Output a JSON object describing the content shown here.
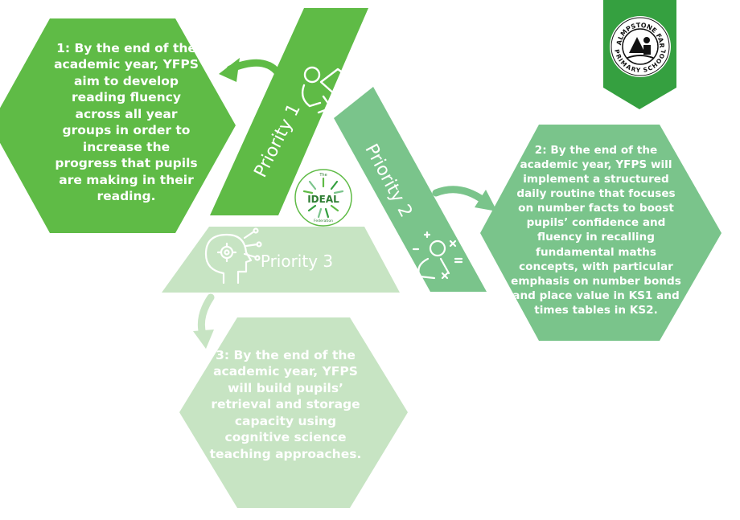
{
  "priorities": [
    {
      "label": "Priority 1",
      "text": "1: By the end of the academic year, YFPS aim to develop reading fluency across all year groups in order to increase the progress that pupils are making in their reading."
    },
    {
      "label": "Priority 2",
      "text": "2: By the end of the academic year, YFPS will implement a structured daily routine that focuses on number facts to boost pupils’ confidence and fluency in recalling fundamental maths concepts, with particular emphasis on number bonds and place value in KS1 and times tables in KS2."
    },
    {
      "label": "Priority 3",
      "text": "3: By the end of the academic year, YFPS will build pupils’ retrieval and storage capacity using cognitive science teaching approaches."
    }
  ],
  "center_logo": {
    "top_text": "The",
    "name": "IDEAL",
    "bottom_text": "Federation"
  },
  "school_badge": {
    "top_text": "YEALMPSTONE FARM",
    "bottom_text": "PRIMARY SCHOOL"
  },
  "colors": {
    "priority1": "#5fbb46",
    "priority2": "#7ac48b",
    "priority3": "#c7e4c3",
    "badge": "#35a040"
  },
  "icons": [
    "reading-icon",
    "maths-icon",
    "brain-gear-icon"
  ]
}
